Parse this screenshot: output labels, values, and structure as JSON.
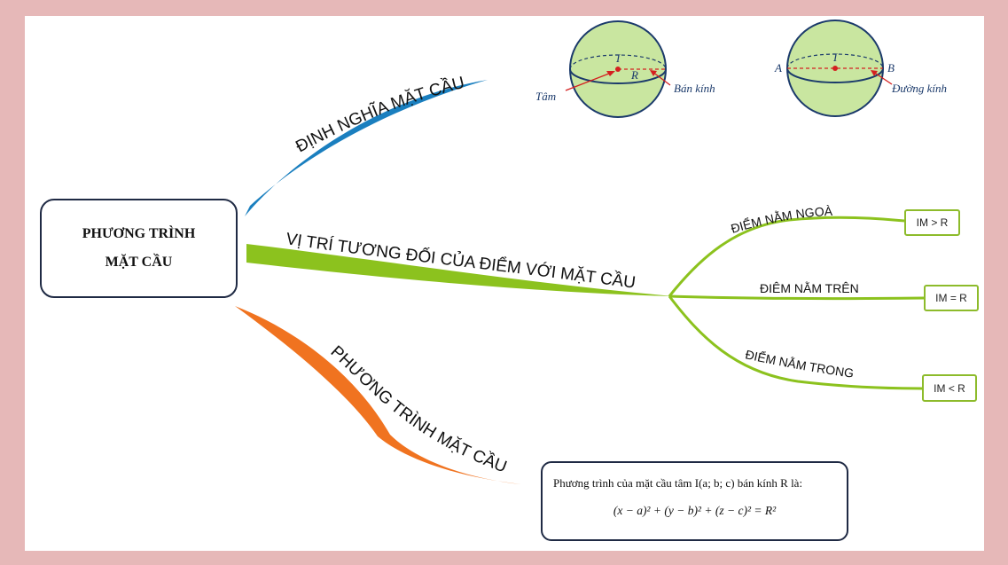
{
  "central_topic": {
    "line1": "PHƯƠNG TRÌNH",
    "line2": "MẶT CẦU"
  },
  "branches": {
    "definition": {
      "label": "ĐỊNH NGHĨA MẶT CẦU",
      "color": "#1a7fbf"
    },
    "relative_position": {
      "label": "VỊ TRÍ TƯƠNG ĐỐI CỦA ĐIỂM VỚI MẶT CẦU",
      "color": "#8cc21e",
      "sub_branches": [
        {
          "label": "ĐIỂM NẰM NGOÀI",
          "result": "IM > R"
        },
        {
          "label": "ĐIÊM NẰM TRÊN",
          "result": "IM = R"
        },
        {
          "label": "ĐIỂM NẰM TRONG",
          "result": "IM < R"
        }
      ]
    },
    "equation": {
      "label": "PHƯƠNG TRÌNH MẶT CẦU",
      "color": "#f07320"
    }
  },
  "sphere_center_radius": {
    "center_point": "I",
    "radius_letter": "R",
    "center_caption": "Tâm",
    "radius_caption": "Bán kính"
  },
  "sphere_diameter": {
    "point_a": "A",
    "point_b": "B",
    "center_point": "I",
    "diameter_caption": "Đường kính"
  },
  "formula": {
    "statement": "Phương trình của mặt cầu tâm I(a; b; c) bán kính R là:",
    "equation": "(x − a)² + (y − b)² + (z − c)² = R²"
  },
  "colors": {
    "frame": "#e6b8b8",
    "sphere_fill": "#c9e6a0",
    "sphere_stroke": "#1b3a6b",
    "point_red": "#d42020"
  }
}
